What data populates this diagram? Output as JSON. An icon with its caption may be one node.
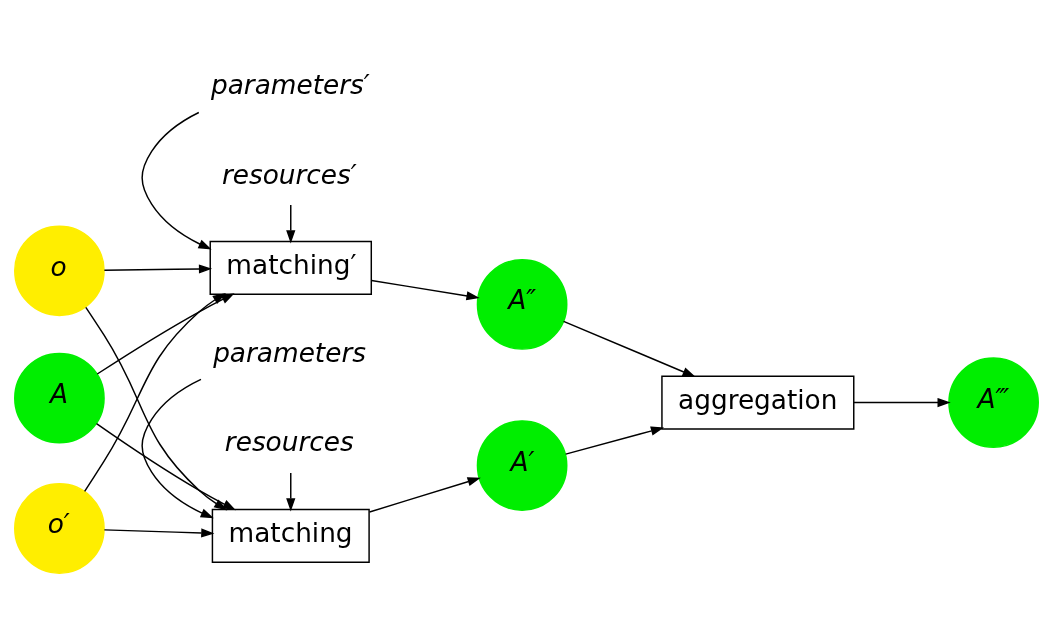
{
  "diagram": {
    "nodes": [
      {
        "text": [
          "o"
        ]
      },
      {
        "text": [
          "A"
        ]
      },
      {
        "text": [
          "o′"
        ]
      },
      {
        "text": [
          "parameters"
        ]
      },
      {
        "text": [
          "matching"
        ]
      },
      {
        "text": [
          "resources"
        ]
      },
      {
        "text": [
          "parameters′"
        ]
      },
      {
        "text": [
          "matching′"
        ]
      },
      {
        "text": [
          "resources′"
        ]
      },
      {
        "text": [
          "A′"
        ]
      },
      {
        "text": [
          "A″"
        ]
      },
      {
        "text": [
          "aggregation"
        ]
      },
      {
        "text": [
          "A‴"
        ]
      }
    ],
    "edges": [
      {
        "from": 0,
        "to": 4,
        "arrow": "to"
      },
      {
        "from": 0,
        "to": 7,
        "arrow": "to"
      },
      {
        "from": 1,
        "to": 4,
        "arrow": "to"
      },
      {
        "from": 1,
        "to": 7,
        "arrow": "to"
      },
      {
        "from": 2,
        "to": 4,
        "arrow": "to"
      },
      {
        "from": 2,
        "to": 7,
        "arrow": "to"
      },
      {
        "from": 3,
        "to": 4,
        "arrow": "to"
      },
      {
        "from": 5,
        "to": 4,
        "arrow": "to"
      },
      {
        "from": 6,
        "to": 7,
        "arrow": "to"
      },
      {
        "from": 8,
        "to": 7,
        "arrow": "to"
      },
      {
        "from": 4,
        "to": 9,
        "arrow": "to"
      },
      {
        "from": 7,
        "to": 10,
        "arrow": "to"
      },
      {
        "from": 9,
        "to": 11,
        "arrow": "to"
      },
      {
        "from": 10,
        "to": 11,
        "arrow": "to"
      },
      {
        "from": 11,
        "to": 12,
        "arrow": "to"
      }
    ]
  }
}
